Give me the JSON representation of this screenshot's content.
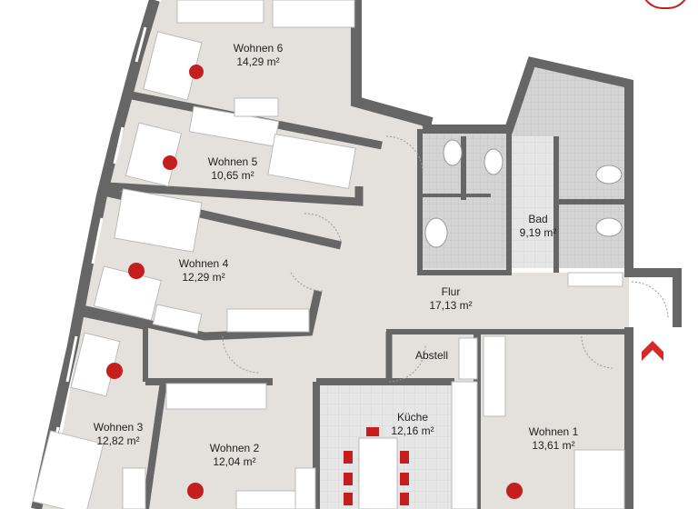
{
  "rooms": {
    "wohnen6": {
      "name": "Wohnen 6",
      "area": "14,29 m²"
    },
    "wohnen5": {
      "name": "Wohnen 5",
      "area": "10,65 m²"
    },
    "wohnen4": {
      "name": "Wohnen 4",
      "area": "12,29 m²"
    },
    "wohnen3": {
      "name": "Wohnen 3",
      "area": "12,82 m²"
    },
    "wohnen2": {
      "name": "Wohnen  2",
      "area": "12,04 m²"
    },
    "wohnen1": {
      "name": "Wohnen 1",
      "area": "13,61 m²"
    },
    "flur": {
      "name": "Flur",
      "area": "17,13 m²"
    },
    "kueche": {
      "name": "Küche",
      "area": "12,16 m²"
    },
    "bad": {
      "name": "Bad",
      "area": "9,19 m²"
    },
    "abstell": {
      "name": "Abstell"
    }
  },
  "colors": {
    "wall": "#666666",
    "floor": "#e4e1dc",
    "tile": "#d2d2d2",
    "furniture": "#ffffff",
    "chair": "#c41e1e",
    "entry": "#d42a2a"
  },
  "icons": [
    "entry-arrow-icon",
    "logo-icon"
  ]
}
